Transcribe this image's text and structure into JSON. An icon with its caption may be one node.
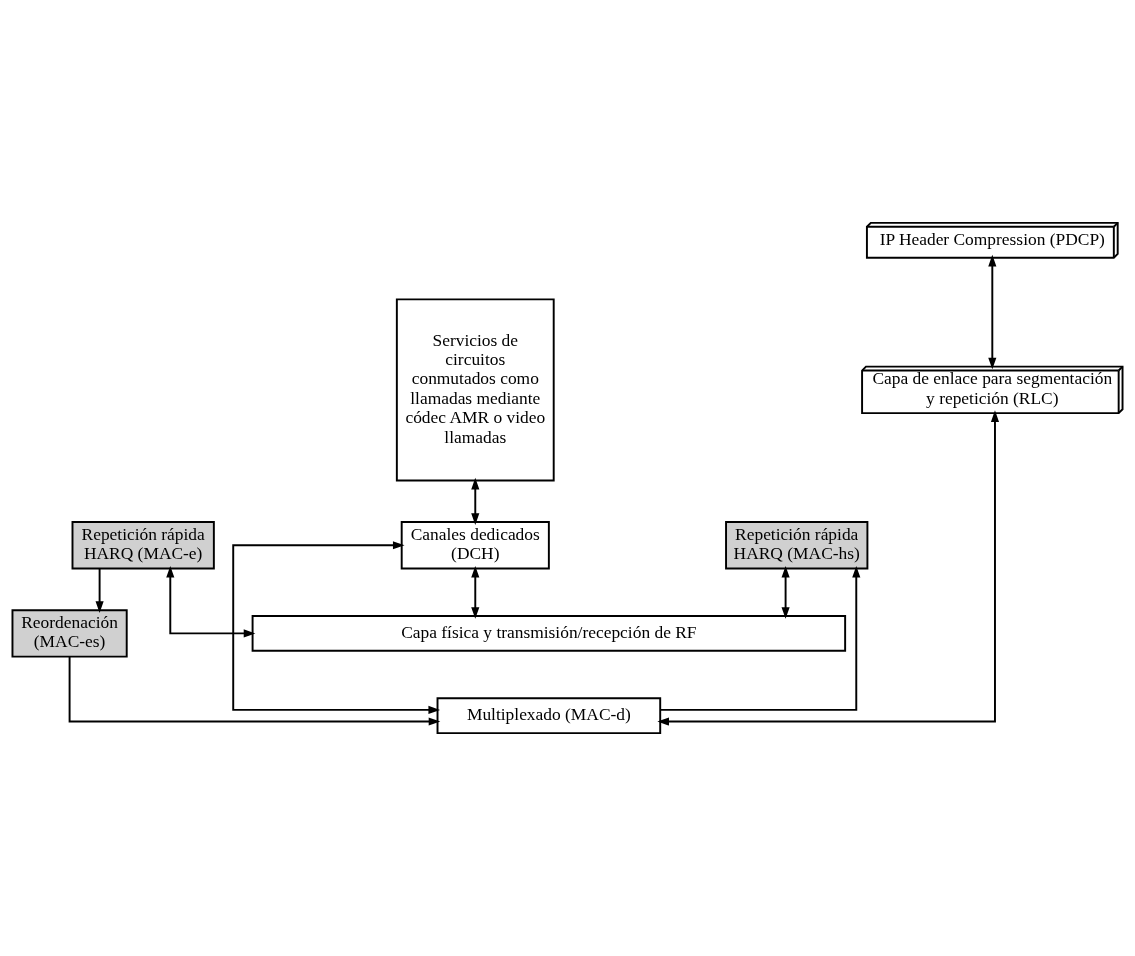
{
  "diagram": {
    "nodes": [
      {
        "text": [
          "Servicios de circuitos conmutados como llamadas mediante códec AMR o video llamadas"
        ]
      },
      {
        "text": [
          "IP Header Compression (PDCP)"
        ]
      },
      {
        "text": [
          "Capa de enlace para segmentación y repetición (RLC)"
        ]
      },
      {
        "text": [
          "Multiplexado (MAC-d)"
        ]
      },
      {
        "text": [
          "Reordenación (MAC-es)"
        ]
      },
      {
        "text": [
          "Canales dedicados (DCH)"
        ]
      },
      {
        "text": [
          "Repetición rápida HARQ (MAC-hs)"
        ]
      },
      {
        "text": [
          "Repetición rápida HARQ (MAC-e)"
        ]
      },
      {
        "text": [
          "Capa física y transmisión/recepción de RF"
        ]
      }
    ],
    "edges": [
      {
        "from": 1,
        "to": 2,
        "arrow": "both"
      },
      {
        "from": 2,
        "to": 3,
        "arrow": "both"
      },
      {
        "from": 0,
        "to": 5,
        "arrow": "both"
      },
      {
        "from": 3,
        "to": 5,
        "arrow": "both"
      },
      {
        "from": 3,
        "to": 6,
        "arrow": "to"
      },
      {
        "from": 7,
        "to": 4,
        "arrow": "to"
      },
      {
        "from": 4,
        "to": 3,
        "arrow": "to"
      },
      {
        "from": 5,
        "to": 8,
        "arrow": "both"
      },
      {
        "from": 6,
        "to": 8,
        "arrow": "both"
      },
      {
        "from": 7,
        "to": 8,
        "arrow": "both"
      }
    ]
  }
}
